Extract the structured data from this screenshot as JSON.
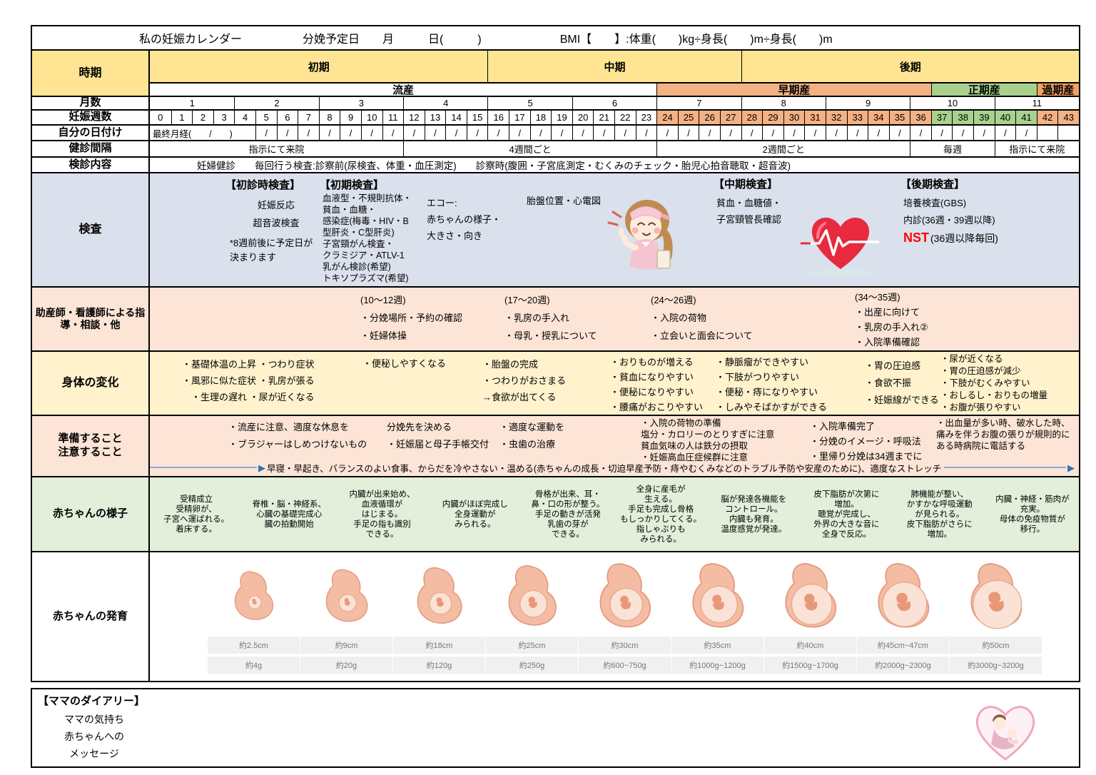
{
  "colors": {
    "period_yellow": "#FFE593",
    "body_yellow": "#FFF2CC",
    "early_orange": "#F4B183",
    "term_green": "#A9D18E",
    "exam_blue": "#DAE0EC",
    "pink": "#FCE4D6",
    "state_green": "#E3EFDA",
    "nst_red": "#FF0000",
    "arrow_blue": "#2E74B5",
    "arrow_line": "#8FAADC",
    "growth_strip": "#F0F0F0"
  },
  "icons": {
    "nurse": "nurse-illustration",
    "heart_ecg": "heart-ecg-illustration",
    "mother_heart": "mother-baby-heart-illustration"
  },
  "title_row": {
    "calendar_title": "私の妊娠カレンダー",
    "due_date": "分娩予定日　　月　　　日(　　　)",
    "bmi": "BMI【　　】:体重(　　)kg÷身長(　　)m÷身長(　　)m"
  },
  "row_headers": {
    "period": "時期",
    "months": "月数",
    "weeks": "妊娠週数",
    "own_dates": "自分の日付け",
    "checkup_interval": "健診間隔",
    "checkup_content": "検診内容",
    "tests": "検査",
    "midwife": "助産師・看護師による指導・相談・他",
    "body_changes": "身体の変化",
    "preparation_lines": [
      "準備すること",
      "注意すること"
    ],
    "baby_state": "赤ちゃんの様子",
    "baby_growth": "赤ちゃんの発育"
  },
  "periods": [
    {
      "label": "初期",
      "start": 0,
      "end": 15
    },
    {
      "label": "中期",
      "start": 16,
      "end": 27
    },
    {
      "label": "後期",
      "start": 28,
      "end": 43
    }
  ],
  "term_bands": [
    {
      "label": "流産",
      "start": 0,
      "end": 23,
      "bg": "#FFFFFF"
    },
    {
      "label": "早期産",
      "start": 24,
      "end": 36,
      "bg": "#F4B183"
    },
    {
      "label": "正期産",
      "start": 37,
      "end": 41,
      "bg": "#A9D18E"
    },
    {
      "label": "過期産",
      "start": 42,
      "end": 43,
      "bg": "#F1A066"
    }
  ],
  "months": [
    1,
    2,
    3,
    4,
    5,
    6,
    7,
    8,
    9,
    10,
    11
  ],
  "weeks": [
    0,
    1,
    2,
    3,
    4,
    5,
    6,
    7,
    8,
    9,
    10,
    11,
    12,
    13,
    14,
    15,
    16,
    17,
    18,
    19,
    20,
    21,
    22,
    23,
    24,
    25,
    26,
    27,
    28,
    29,
    30,
    31,
    32,
    33,
    34,
    35,
    36,
    37,
    38,
    39,
    40,
    41,
    42,
    43
  ],
  "week_color_ranges": [
    {
      "start": 24,
      "end": 36,
      "color": "#F4B183"
    },
    {
      "start": 37,
      "end": 41,
      "color": "#A9D18E"
    },
    {
      "start": 42,
      "end": 43,
      "color": "#F4B183"
    }
  ],
  "dates": {
    "first_cell": "最終月経(　　/　　)",
    "first_span": [
      0,
      4
    ],
    "slash": "/",
    "slash_range": [
      5,
      41
    ]
  },
  "intervals": [
    {
      "label": "指示にて来院",
      "start": 0,
      "end": 11
    },
    {
      "label": "4週間ごと",
      "start": 12,
      "end": 23
    },
    {
      "label": "2週間ごと",
      "start": 24,
      "end": 35
    },
    {
      "label": "毎週",
      "start": 36,
      "end": 39
    },
    {
      "label": "指示にて来院",
      "start": 40,
      "end": 43
    }
  ],
  "checkup_content": "妊婦健診　　毎回行う検査:診察前(尿検査、体重・血圧測定)　　診察時(腹囲・子宮底測定・むくみのチェック・胎児心拍音聴取・超音波)",
  "tests": {
    "first_visit": {
      "heading": "【初診時検査】",
      "items": [
        "妊娠反応",
        "超音波検査"
      ],
      "note": "*8週前後に予定日が決まります"
    },
    "early": {
      "heading": "【初期検査】",
      "items": [
        "血液型・不規則抗体・",
        "貧血・血糖・",
        "感染症(梅毒・HIV・B",
        "型肝炎・C型肝炎)",
        "子宮頸がん検査・",
        "クラミジア・ATLV-1",
        "乳がん検診(希望)",
        "トキソプラズマ(希望)"
      ]
    },
    "echo": {
      "items": [
        "エコー:",
        "赤ちゃんの様子・",
        "大きさ・向き"
      ]
    },
    "placenta": "胎盤位置・心電図",
    "mid": {
      "heading": "【中期検査】",
      "items": [
        "貧血・血糖値・",
        "子宮頸管長確認"
      ]
    },
    "late": {
      "heading": "【後期検査】",
      "items": [
        "培養検査(GBS)",
        "内診(36週・39週以降)"
      ],
      "nst": "NST",
      "nst_note": "(36週以降毎回)"
    }
  },
  "midwife_blocks": [
    {
      "week": "(10～12週)",
      "items": [
        "・分娩場所・予約の確認",
        "・妊婦体操"
      ]
    },
    {
      "week": "(17～20週)",
      "items": [
        "・乳房の手入れ",
        "・母乳・授乳について"
      ]
    },
    {
      "week": "(24～26週)",
      "items": [
        "・入院の荷物",
        "・立会いと面会について"
      ]
    },
    {
      "week": "(34～35週)",
      "items": [
        "・出産に向けて",
        "・乳房の手入れ②",
        "・入院準備確認"
      ]
    }
  ],
  "body_changes": [
    {
      "items": [
        "・基礎体温の上昇 ・つわり症状",
        "・風邪に似た症状 ・乳房が張る",
        "　・生理の遅れ ・尿が近くなる"
      ]
    },
    {
      "items": [
        "・便秘しやすくなる"
      ]
    },
    {
      "items": [
        "・胎盤の完成",
        "・つわりがおさまる",
        "→食欲が出てくる"
      ]
    },
    {
      "items": [
        "・おりものが増える",
        "・貧血になりやすい",
        "・便秘になりやすい",
        "・腰痛がおこりやすい"
      ]
    },
    {
      "items": [
        "・静脈瘤ができやすい",
        "・下肢がつりやすい",
        "・便秘・痔になりやすい",
        "・しみやそばかすができる"
      ]
    },
    {
      "items": [
        "・胃の圧迫感",
        "・食欲不振",
        "・妊娠線ができる"
      ]
    },
    {
      "items": [
        "・尿が近くなる",
        "・胃の圧迫感が減少",
        "・下肢がむくみやすい",
        "・おしるし・おりもの増量",
        "・お腹が張りやすい"
      ]
    }
  ],
  "preparation": [
    {
      "items": [
        "・流産に注意、適度な休息を",
        "・ブラジャーはしめつけないもの"
      ]
    },
    {
      "items": [
        "分娩先を決める",
        "・妊娠届と母子手帳交付"
      ]
    },
    {
      "items": [
        "・適度な運動を",
        "・虫歯の治療"
      ]
    },
    {
      "items": [
        "・入院の荷物の準備",
        "塩分・カロリーのとりすぎに注意",
        "貧血気味の人は鉄分の摂取",
        "・妊娠高血圧症候群に注意"
      ]
    },
    {
      "items": [
        "・入院準備完了",
        "・分娩のイメージ・呼吸法",
        "・里帰り分娩は34週までに"
      ]
    },
    {
      "note": "・出血量が多い時、破水した時、痛みを伴うお腹の張りが規則的にある時病院に電話する"
    }
  ],
  "arrow_note": "早寝・早起き、バランスのよい食事、からだを冷やさない・温める(赤ちゃんの成長・切迫早産予防・痔やむくみなどのトラブル予防や安産のために)、適度なストレッチ",
  "baby_state": [
    [
      "受精成立",
      "受精卵が、",
      "子宮へ運ばれる。",
      "着床する。"
    ],
    [
      "脊椎・脳・神経系、",
      "心臓の基礎完成心",
      "臓の拍動開始"
    ],
    [
      "内臓が出来始め、",
      "血液循環が",
      "はじまる。",
      "手足の指も識別",
      "できる。"
    ],
    [
      "内臓がほぼ完成し",
      "全身運動が",
      "みられる。"
    ],
    [
      "骨格が出来、耳・",
      "鼻・口の形が整う。",
      "手足の動きが活発",
      "乳歯の芽が",
      "できる。"
    ],
    [
      "全身に産毛が",
      "生える。",
      "手足も完成し骨格",
      "もしっかりしてくる。",
      "指しゃぶりも",
      "みられる。"
    ],
    [
      "脳が発達各機能を",
      "コントロール。",
      "内臓も発育。",
      "温度感覚が発達。"
    ],
    [
      "皮下脂肪が次第に",
      "増加。",
      "聴覚が完成し、",
      "外界の大きな音に",
      "全身で反応。"
    ],
    [
      "肺機能が整い、",
      "かすかな呼吸運動",
      "が見られる。",
      "皮下脂肪がさらに",
      "増加。"
    ],
    [
      "内臓・神経・筋肉が",
      "充実。",
      "母体の免疫物質が",
      "移行。"
    ]
  ],
  "baby_growth": [
    {
      "length": "約2.5cm",
      "weight": "約4g"
    },
    {
      "length": "約9cm",
      "weight": "約20g"
    },
    {
      "length": "約18cm",
      "weight": "約120g"
    },
    {
      "length": "約25cm",
      "weight": "約250g"
    },
    {
      "length": "約30cm",
      "weight": "約600~750g"
    },
    {
      "length": "約35cm",
      "weight": "約1000g~1200g"
    },
    {
      "length": "約40cm",
      "weight": "約1500g~1700g"
    },
    {
      "length": "約45cm~47cm",
      "weight": "約2000g~2300g"
    },
    {
      "length": "約50cm",
      "weight": "約3000g~3200g"
    }
  ],
  "diary": {
    "heading": "【ママのダイアリー】",
    "lines": [
      "ママの気持ち",
      "赤ちゃんへの",
      "メッセージ"
    ]
  }
}
